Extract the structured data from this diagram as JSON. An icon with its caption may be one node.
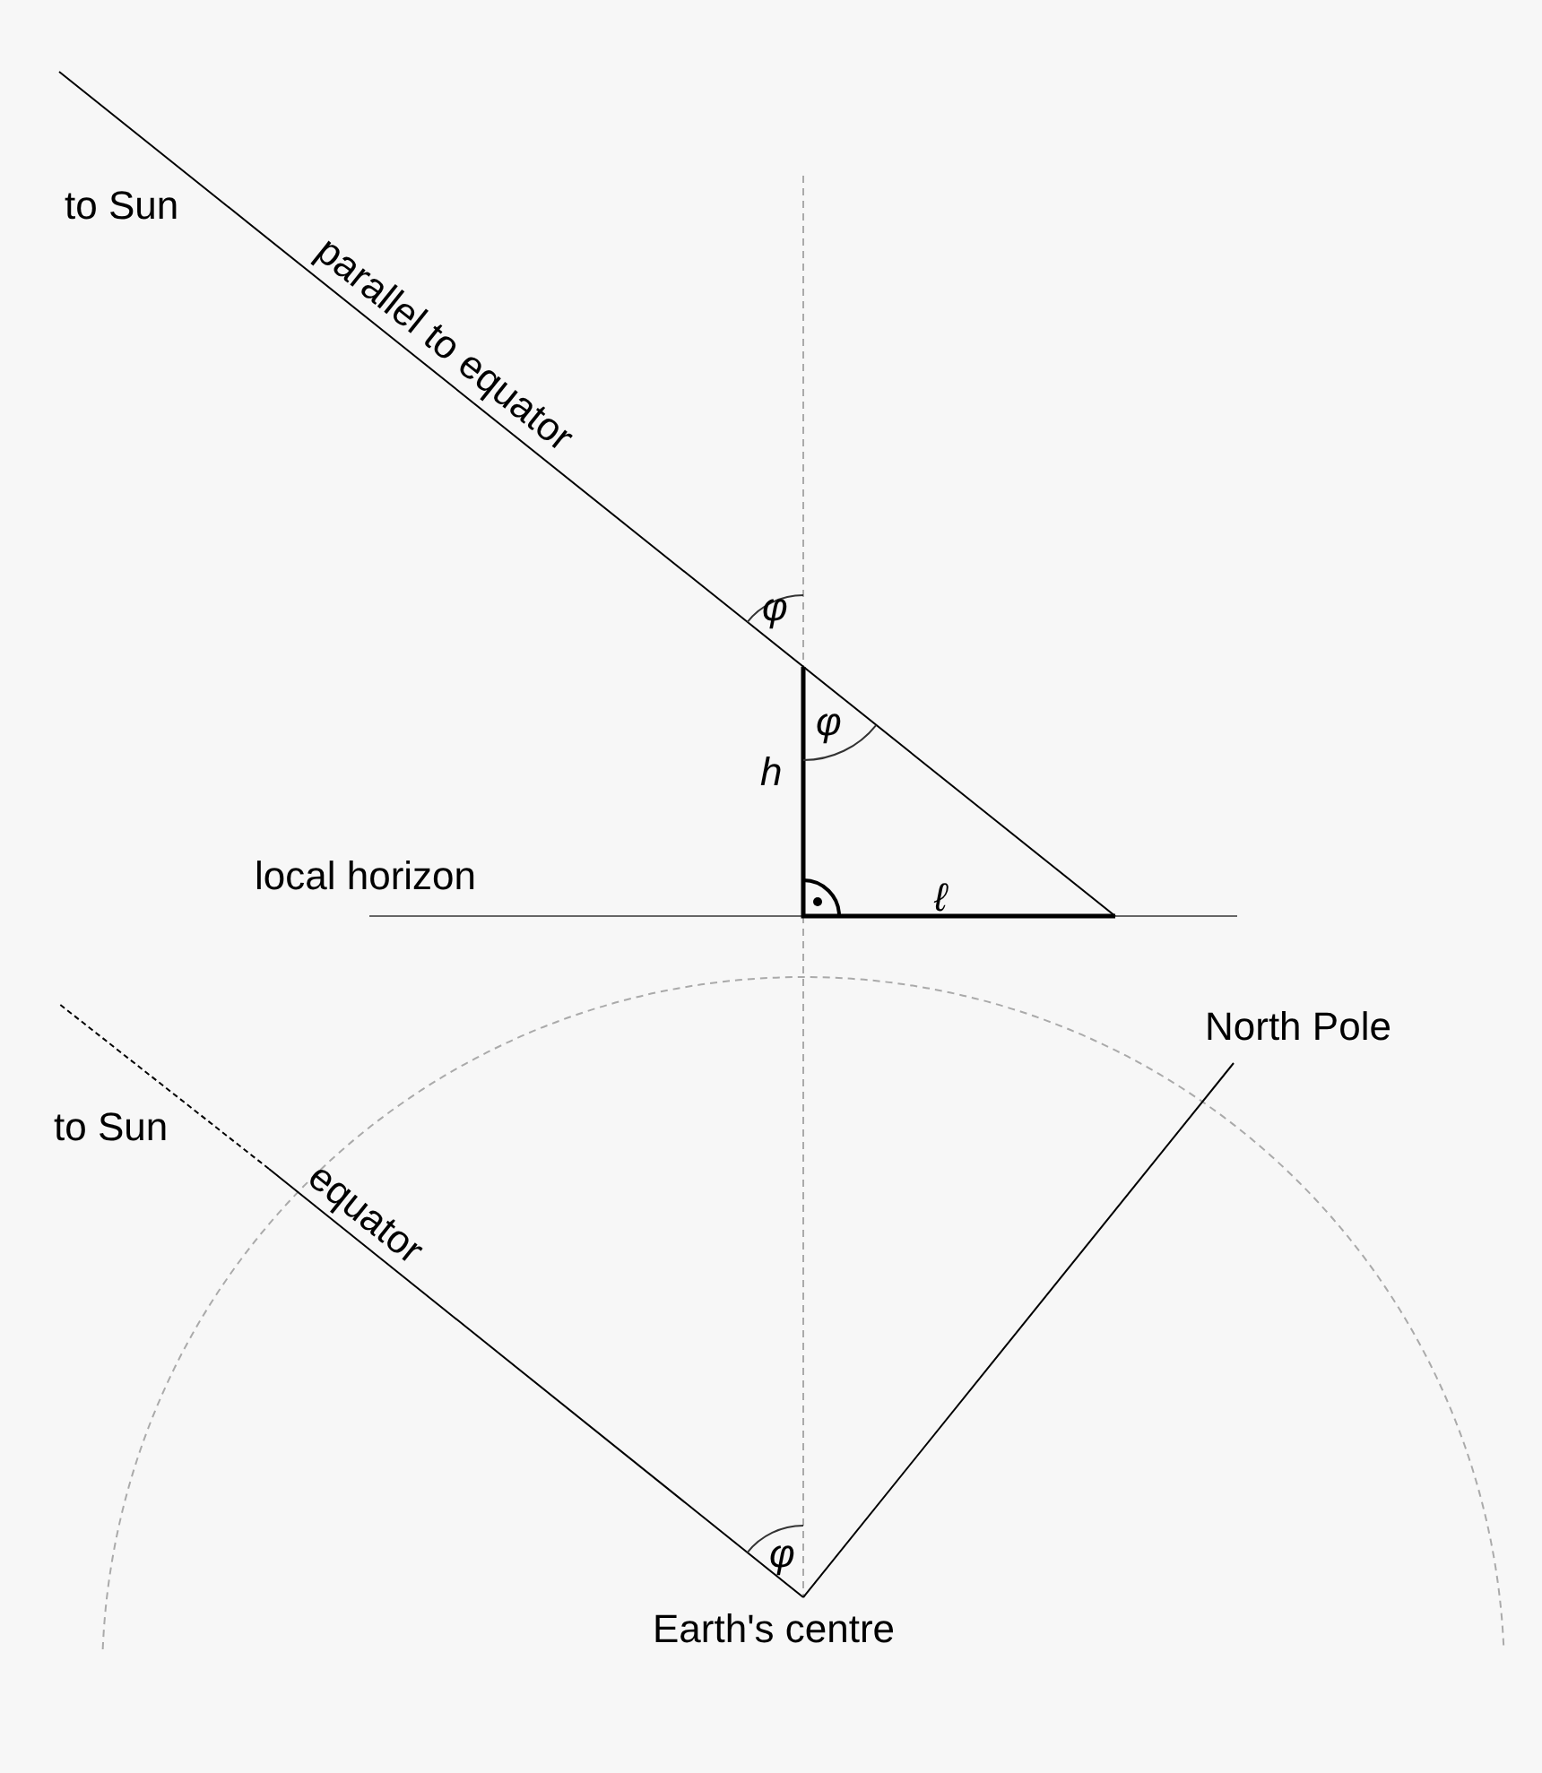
{
  "diagram": {
    "nodes": [
      {
        "text": [
          "North Pole"
        ]
      },
      {
        "text": [
          "Earth's centre"
        ]
      }
    ],
    "edges": [
      {
        "from": 1,
        "to": 0,
        "arrow": "none"
      }
    ],
    "labels": [
      "to Sun",
      "parallel to equator",
      "φ",
      "φ",
      "h",
      "local horizon",
      "ℓ",
      "to Sun",
      "equator",
      "φ"
    ]
  }
}
